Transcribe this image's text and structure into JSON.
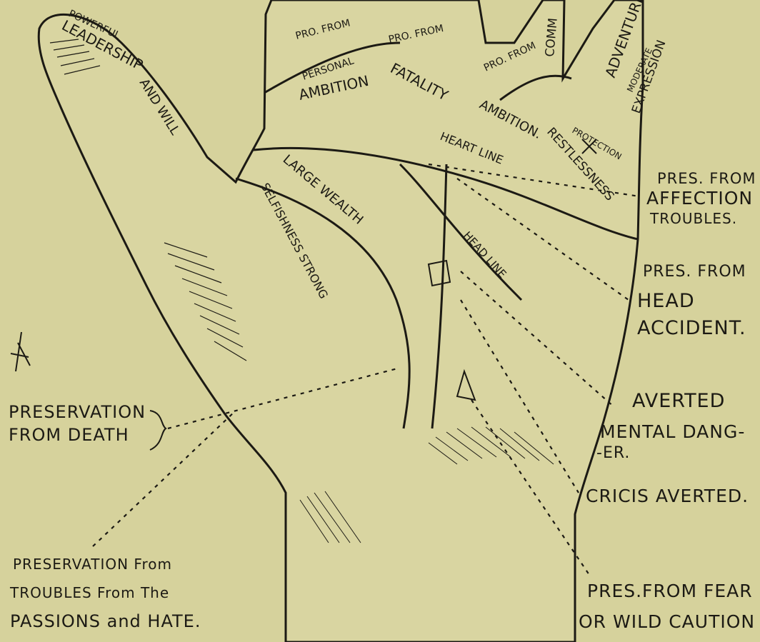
{
  "colors": {
    "paper": "#d6d29c",
    "ink": "#1c1a14",
    "skin": "#d9d5a1"
  },
  "right_labels": {
    "affection_1": "PRES. FROM",
    "affection_2": "AFFECTION",
    "affection_3": "TROUBLES.",
    "head_1": "PRES. FROM",
    "head_2": "HEAD",
    "head_3": "ACCIDENT.",
    "mental_1": "AVERTED",
    "mental_2": "MENTAL DANG-",
    "mental_3": "-ER.",
    "crisis": "CRICIS AVERTED.",
    "fear_1": "PRES.FROM FEAR",
    "fear_2": "OR WILD CAUTION"
  },
  "left_labels": {
    "death_1": "PRESERVATION",
    "death_2": "FROM DEATH",
    "passions_1": "PRESERVATION From",
    "passions_2": "TROUBLES From The",
    "passions_3": "PASSIONS and HATE."
  },
  "hand_labels": {
    "powerful": "POWERFUL",
    "leadership": "LEADERSHIP",
    "and_will": "AND WILL",
    "pro_from_1": "PRO. FROM",
    "pro_from_2": "PRO. FROM",
    "pro_from_3": "PRO. FROM",
    "personal": "PERSONAL",
    "ambition_1": "AMBITION",
    "fatality": "FATALITY",
    "ambition_2": "AMBITION.",
    "protection": "PROTECTION",
    "restlessness": "RESTLESSNESS",
    "heart_line": "HEART LINE",
    "large_wealth": "LARGE WEALTH",
    "selfishness": "SELFISHNESS STRONG",
    "head_line": "HEAD LINE",
    "adventure": "ADVENTURE",
    "moderate": "MODERATE",
    "expression": "EXPRESSION",
    "comm": "COMM"
  }
}
